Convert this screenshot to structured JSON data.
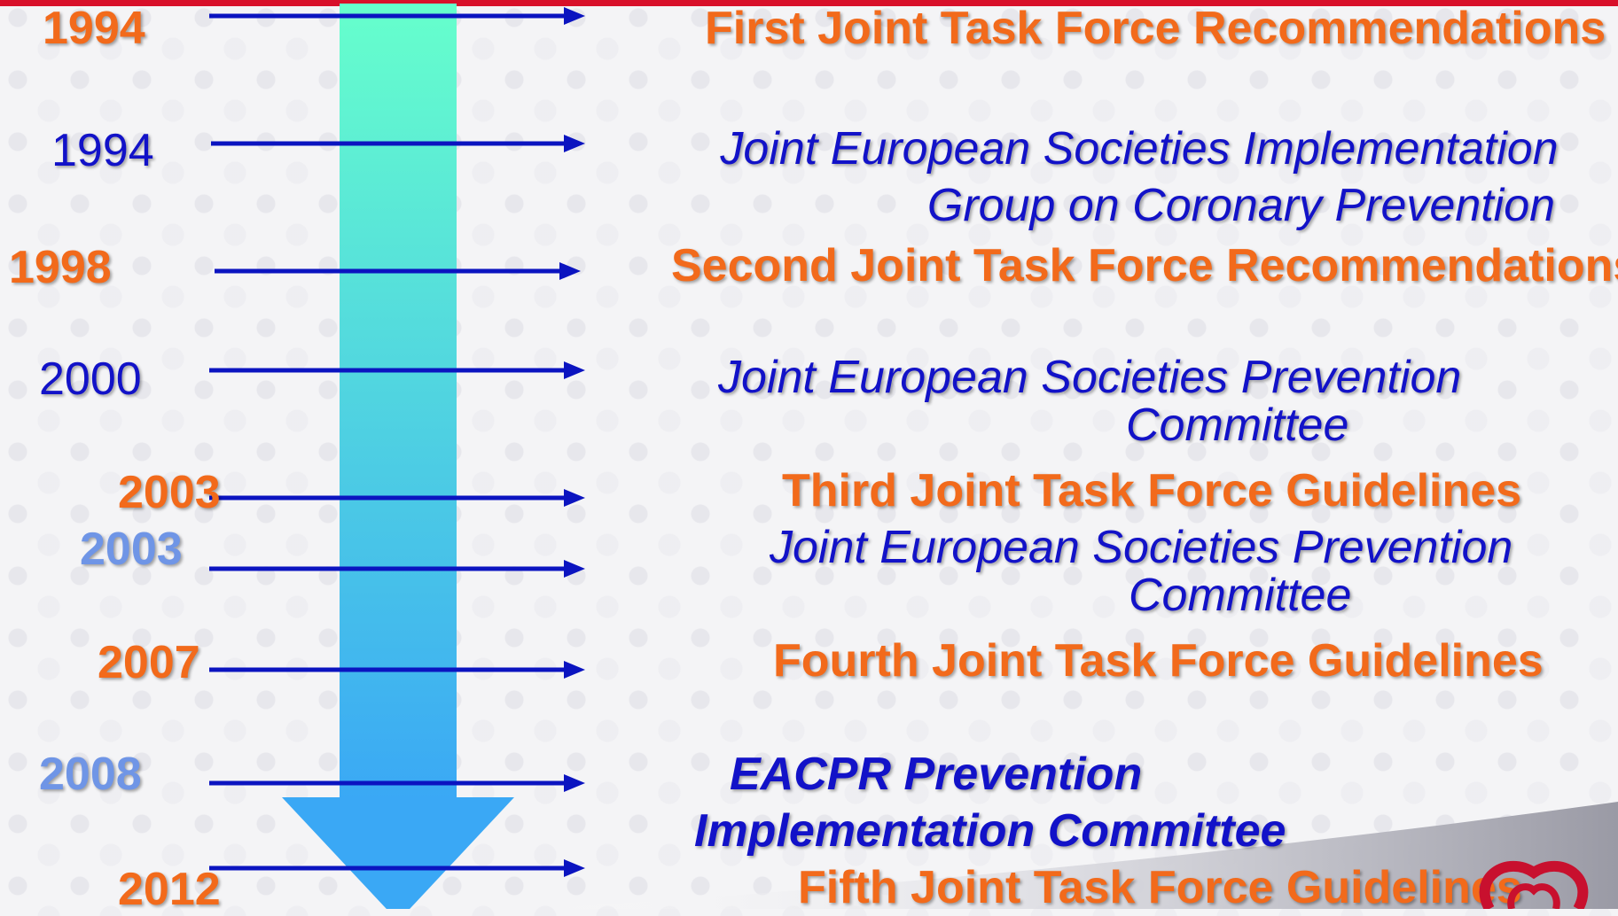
{
  "colors": {
    "orange": "#f26a1b",
    "navy": "#1212c8",
    "light_blue": "#6f95e6",
    "arrow_top": "#66ffcc",
    "arrow_bottom": "#3aa8f5",
    "connector": "#0b14c0",
    "top_bar": "#d8102a"
  },
  "timeline": [
    {
      "year": "1994",
      "event_lines": [
        "First Joint Task Force Recommendations"
      ]
    },
    {
      "year": "1994",
      "event_lines": [
        "Joint European Societies Implementation",
        "Group on Coronary Prevention"
      ]
    },
    {
      "year": "1998",
      "event_lines": [
        "Second Joint Task Force Recommendations"
      ]
    },
    {
      "year": "2000",
      "event_lines": [
        "Joint European Societies  Prevention",
        "Committee"
      ]
    },
    {
      "year": "2003",
      "event_lines": [
        "Third Joint Task Force Guidelines"
      ]
    },
    {
      "year": "2003",
      "event_lines": [
        "Joint European Societies Prevention",
        "Committee"
      ]
    },
    {
      "year": "2007",
      "event_lines": [
        "Fourth Joint Task Force Guidelines"
      ]
    },
    {
      "year": "2008",
      "event_lines": [
        "EACPR Prevention",
        "Implementation Committee"
      ]
    },
    {
      "year": "2012",
      "event_lines": [
        "Fifth Joint Task Force Guidelines"
      ]
    }
  ]
}
